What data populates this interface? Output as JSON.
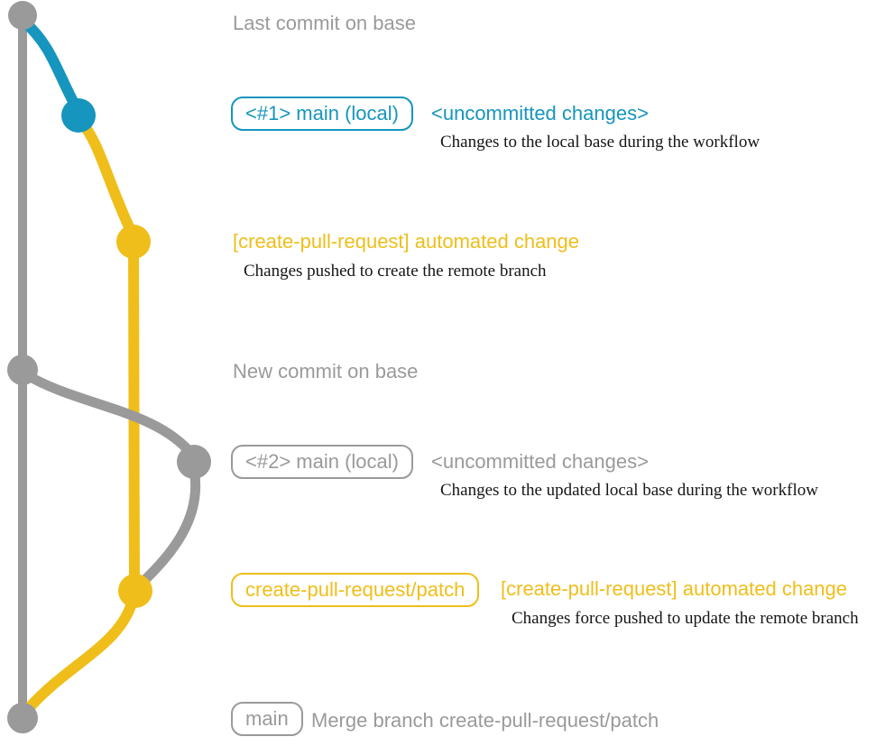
{
  "colors": {
    "gray": "#9A9A9A",
    "teal": "#1695BE",
    "gold": "#F0BE1A",
    "ink": "#161616"
  },
  "rows": {
    "last_commit": {
      "text": "Last commit on base"
    },
    "row1": {
      "badge": "<#1> main (local)",
      "side": "<uncommitted changes>",
      "caption": "Changes to the local base during the workflow"
    },
    "row2": {
      "title": "[create-pull-request] automated change",
      "caption": "Changes pushed to create the remote branch"
    },
    "new_commit": {
      "text": "New commit on base"
    },
    "row3": {
      "badge": "<#2> main (local)",
      "side": "<uncommitted changes>",
      "caption": "Changes to the updated local base during the workflow"
    },
    "row4": {
      "badge": "create-pull-request/patch",
      "side": "[create-pull-request] automated change",
      "caption": "Changes force pushed to update the remote branch"
    },
    "row5": {
      "badge": "main",
      "side": "Merge branch create-pull-request/patch"
    }
  }
}
